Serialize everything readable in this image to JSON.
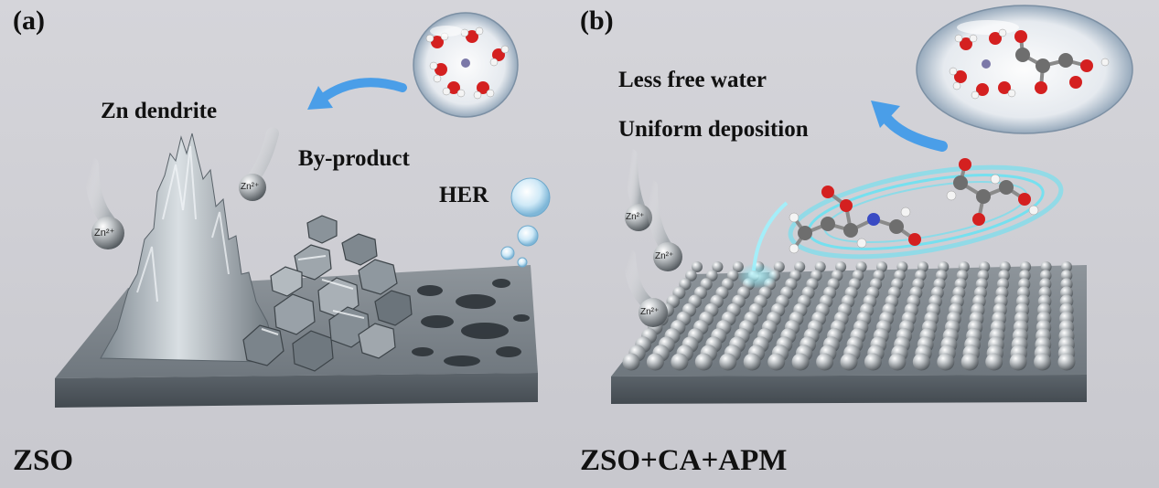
{
  "panel_a": {
    "letter": "(a)",
    "dendrite_label": "Zn dendrite",
    "byproduct_label": "By-product",
    "her_label": "HER",
    "caption": "ZSO",
    "ion_labels": [
      "Zn²⁺",
      "Zn²⁺"
    ]
  },
  "panel_b": {
    "letter": "(b)",
    "line1": "Less free water",
    "line2": "Uniform deposition",
    "caption": "ZSO+CA+APM",
    "ion_labels": [
      "Zn²⁺",
      "Zn²⁺",
      "Zn²⁺"
    ]
  },
  "colors": {
    "background": "#c9c9cf",
    "arrow_blue": "#4a9ee8",
    "oxygen_red": "#d42020",
    "hydrogen_white": "#f4f4f4",
    "carbon_gray": "#6e6e6e",
    "zinc_ion_purple": "#7b78a8",
    "glow_cyan": "#5fe3f5"
  },
  "icons": [
    "zn-ion-sphere",
    "solvation-bubble",
    "hydrogen-bubble",
    "curved-arrow",
    "hexagonal-byproduct",
    "molecule"
  ]
}
